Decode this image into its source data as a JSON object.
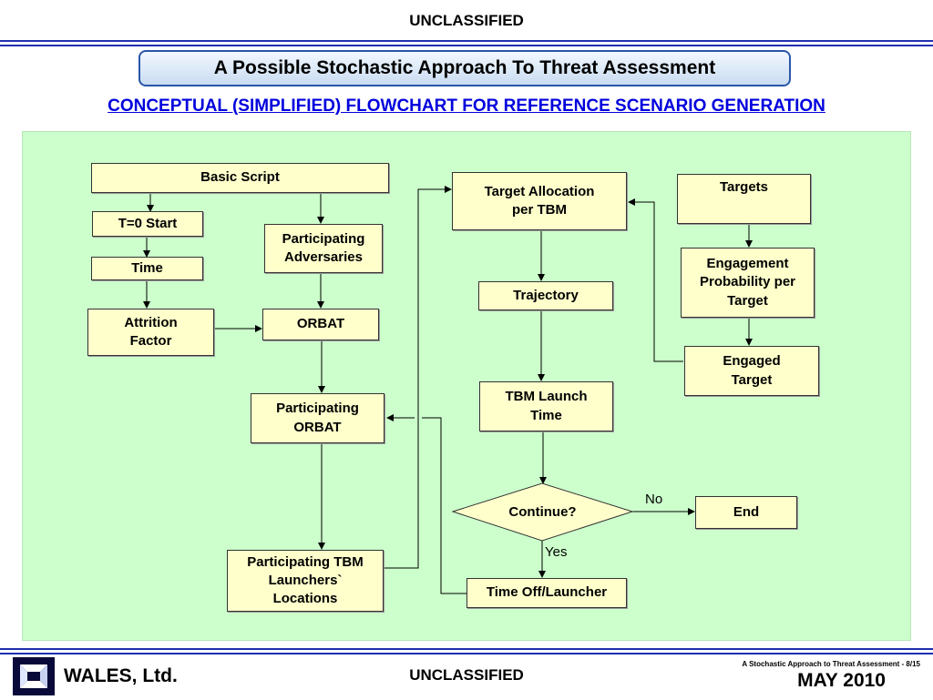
{
  "header": {
    "classification": "UNCLASSIFIED",
    "title": "A Possible Stochastic Approach To Threat Assessment",
    "subtitle": "CONCEPTUAL (SIMPLIFIED) FLOWCHART FOR REFERENCE SCENARIO GENERATION"
  },
  "flowchart": {
    "nodes": {
      "basic_script": "Basic Script",
      "t0_start": "T=0   Start",
      "time": "Time",
      "attrition_factor": "Attrition\nFactor",
      "participating_adversaries": "Participating\nAdversaries",
      "orbat": "ORBAT",
      "participating_orbat": "Participating\nORBAT",
      "participating_tbm_launchers": "Participating TBM\nLaunchers`\nLocations",
      "target_allocation": "Target Allocation\nper TBM",
      "trajectory": "Trajectory",
      "tbm_launch_time": "TBM Launch\nTime",
      "continue": "Continue?",
      "time_off_launcher": "Time Off/Launcher",
      "end": "End",
      "targets": "Targets",
      "engagement_probability": "Engagement\nProbability per\nTarget",
      "engaged_target": "Engaged\nTarget"
    },
    "edge_labels": {
      "no": "No",
      "yes": "Yes"
    }
  },
  "footer": {
    "classification": "UNCLASSIFIED",
    "company": "WALES,  Ltd.",
    "slide_ref": "A Stochastic Approach to Threat Assessment - 8/15",
    "date": "MAY 2010"
  },
  "colors": {
    "panel_bg": "#ccffcc",
    "box_bg": "#ffffcc",
    "title_border": "#2a56a8",
    "subtitle_text": "#0000dd",
    "rule": "#1f2fb0"
  }
}
